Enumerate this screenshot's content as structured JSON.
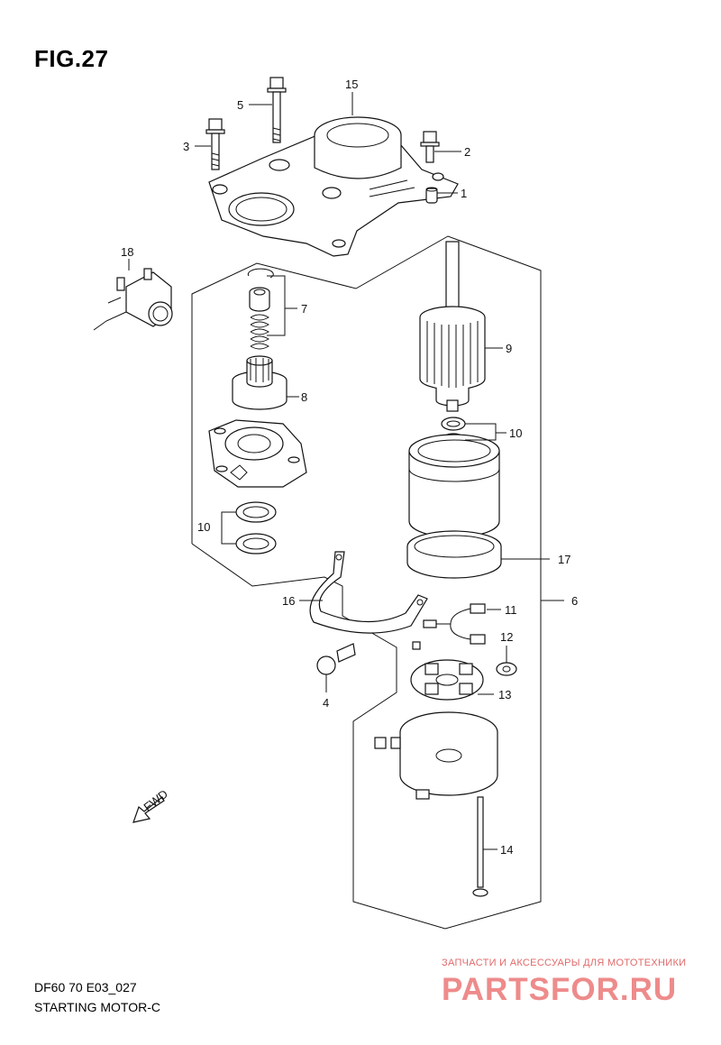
{
  "figure": {
    "title": "FIG.27",
    "code": "DF60 70 E03_027",
    "name": "STARTING MOTOR-C"
  },
  "watermark": {
    "tagline": "ЗАПЧАСТИ И АКСЕССУАРЫ ДЛЯ МОТОТЕХНИКИ",
    "logo": "PARTSFOR.RU"
  },
  "fwd_arrow": {
    "label": "FWD"
  },
  "callouts": {
    "c1": "1",
    "c2": "2",
    "c3": "3",
    "c4": "4",
    "c5": "5",
    "c6": "6",
    "c7": "7",
    "c8": "8",
    "c9": "9",
    "c10a": "10",
    "c10b": "10",
    "c11": "11",
    "c12": "12",
    "c13": "13",
    "c14": "14",
    "c15": "15",
    "c16": "16",
    "c17": "17",
    "c18": "18"
  },
  "colors": {
    "line": "#111111",
    "watermark_text": "#e06a6a",
    "watermark_logo": "#ee8b8b"
  }
}
